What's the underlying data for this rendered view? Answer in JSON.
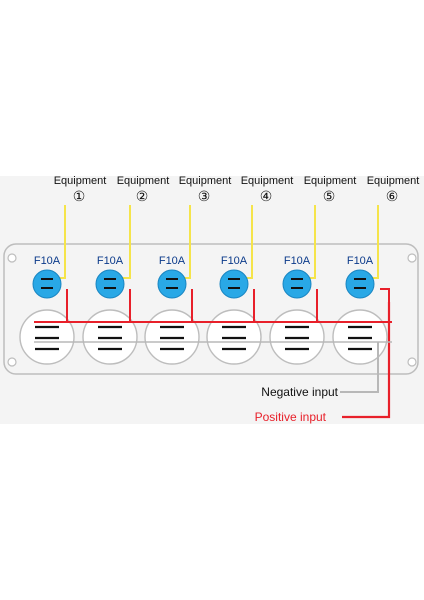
{
  "diagram": {
    "channels": [
      {
        "equipment_label": "Equipment",
        "number": "①",
        "fuse": "F10A"
      },
      {
        "equipment_label": "Equipment",
        "number": "②",
        "fuse": "F10A"
      },
      {
        "equipment_label": "Equipment",
        "number": "③",
        "fuse": "F10A"
      },
      {
        "equipment_label": "Equipment",
        "number": "④",
        "fuse": "F10A"
      },
      {
        "equipment_label": "Equipment",
        "number": "⑤",
        "fuse": "F10A"
      },
      {
        "equipment_label": "Equipment",
        "number": "⑥",
        "fuse": "F10A"
      }
    ],
    "negative_input": "Negative input",
    "positive_input": "Positive input",
    "colors": {
      "equipment_wire": "#f5e44a",
      "positive_wire": "#e8202a",
      "negative_wire": "#b8b8b8",
      "fuse_holder": "#29a8e6",
      "fuse_label": "#0b3a8a",
      "panel_outline": "#bdbdbd"
    }
  }
}
